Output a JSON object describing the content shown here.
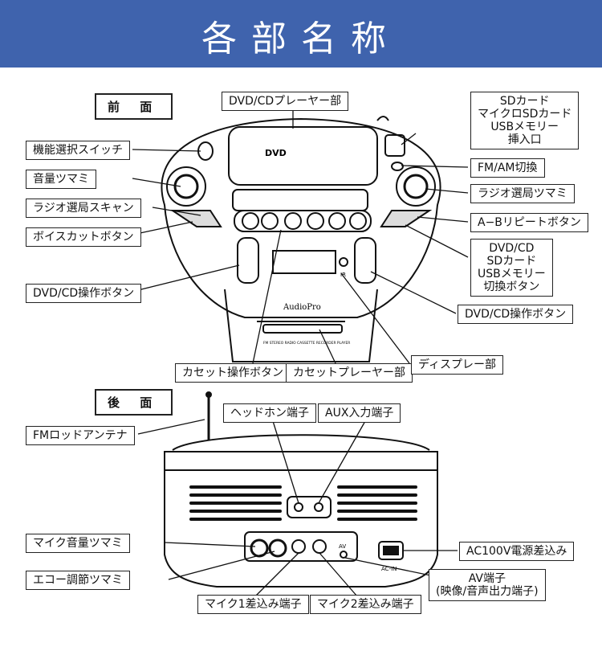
{
  "title": "各部名称",
  "sections": {
    "front": "前 面",
    "back": "後 面"
  },
  "front_labels": {
    "dvd_cd_player": "DVD/CDプレーヤー部",
    "function_switch": "機能選択スイッチ",
    "volume_knob": "音量ツマミ",
    "radio_scan": "ラジオ選局スキャン",
    "voice_cut": "ボイスカットボタン",
    "dvd_cd_ops_left": "DVD/CD操作ボタン",
    "sd_slot": "SDカード\nマイクロSDカード\nUSBメモリー\n挿入口",
    "fm_am": "FM/AM切換",
    "radio_tuning": "ラジオ選局ツマミ",
    "ab_repeat": "A−Bリピートボタン",
    "source_switch": "DVD/CD\nSDカード\nUSBメモリー\n切換ボタン",
    "dvd_cd_ops_right": "DVD/CD操作ボタン",
    "cassette_ops": "カセット操作ボタン",
    "cassette_player": "カセットプレーヤー部",
    "display": "ディスプレー部"
  },
  "back_labels": {
    "fm_antenna": "FMロッドアンテナ",
    "headphone": "ヘッドホン端子",
    "aux_in": "AUX入力端子",
    "mic_volume": "マイク音量ツマミ",
    "echo": "エコー調節ツマミ",
    "mic1": "マイク1差込み端子",
    "mic2": "マイク2差込み端子",
    "ac_power": "AC100V電源差込み",
    "av_out": "AV端子\n(映像/音声出力端子)"
  },
  "device_text": {
    "brand": "AudioPro",
    "dvd_logo": "DVD",
    "cassette_strip": "FM STEREO RADIO CASSETTE RECORDER PLAYER",
    "ir": "IR",
    "ac_in": "AC-IN",
    "av": "AV"
  }
}
